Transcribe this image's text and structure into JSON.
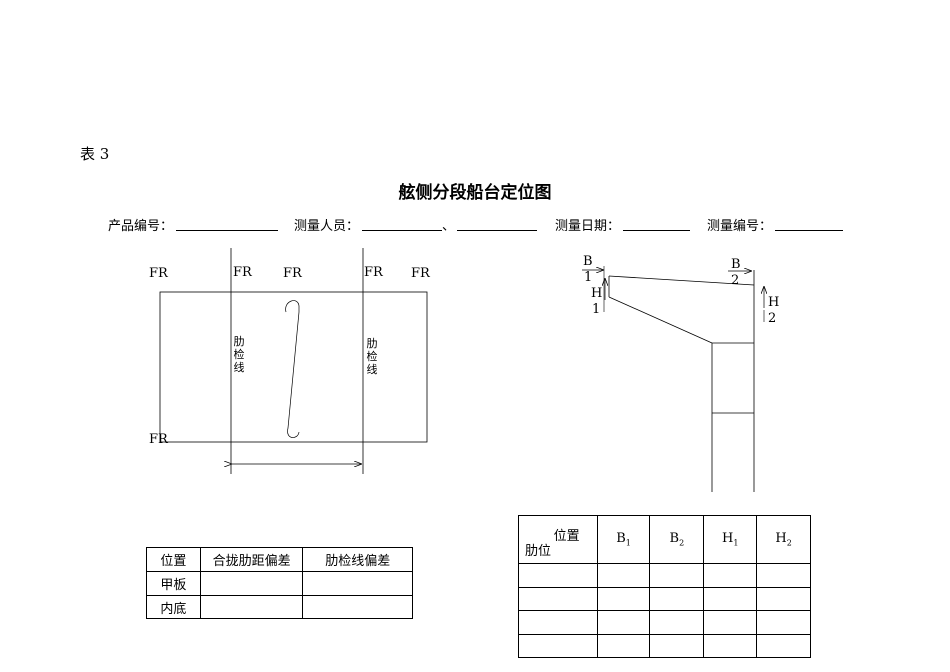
{
  "table_label": "表 3",
  "title": "舷侧分段船台定位图",
  "fields": {
    "product_no": "产品编号：",
    "surveyor": "测量人员：",
    "separator": "、",
    "date": "测量日期：",
    "measure_no": "测量编号："
  },
  "left_diagram": {
    "fr_labels": [
      "FR",
      "FR",
      "FR",
      "FR",
      "FR",
      "FR"
    ],
    "rib_check_line": "肋检线"
  },
  "right_diagram": {
    "b1": [
      "B",
      "1"
    ],
    "b2": [
      "B",
      "2"
    ],
    "h1": [
      "H",
      "1"
    ],
    "h2": [
      "H",
      "2"
    ]
  },
  "left_table": {
    "headers": [
      "位置",
      "合拢肋距偏差",
      "肋检线偏差"
    ],
    "rows": [
      [
        "甲板",
        "",
        ""
      ],
      [
        "内底",
        "",
        ""
      ]
    ]
  },
  "right_table": {
    "corner_top": "位置",
    "corner_bottom": "肋位",
    "headers": [
      [
        "B",
        "1"
      ],
      [
        "B",
        "2"
      ],
      [
        "H",
        "1"
      ],
      [
        "H",
        "2"
      ]
    ],
    "rows": [
      [
        "",
        "",
        "",
        "",
        ""
      ],
      [
        "",
        "",
        "",
        "",
        ""
      ],
      [
        "",
        "",
        "",
        "",
        ""
      ],
      [
        "",
        "",
        "",
        "",
        ""
      ]
    ]
  }
}
